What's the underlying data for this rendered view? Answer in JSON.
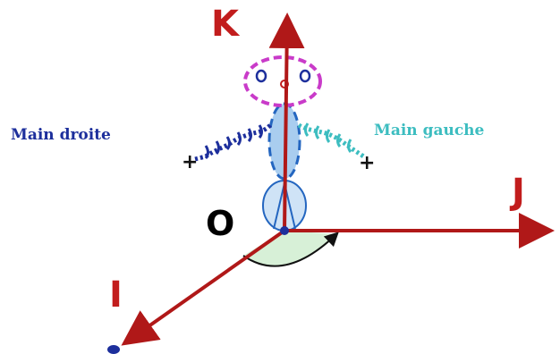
{
  "labels": {
    "k": "K",
    "j": "J",
    "i": "I",
    "origin": "O",
    "right_hand": "Main droite",
    "left_hand": "Main gauche",
    "right_sign": "+",
    "left_sign": "+"
  },
  "colors": {
    "axis": "#b01818",
    "axis_label": "#c21d1d",
    "right_hand": "#1d2f9c",
    "left_hand": "#3dbdc0",
    "head": "#c93bc9",
    "body_fill": "#a9cdef",
    "body_stroke": "#2466c0",
    "angle_fill": "#d7f0d7"
  }
}
